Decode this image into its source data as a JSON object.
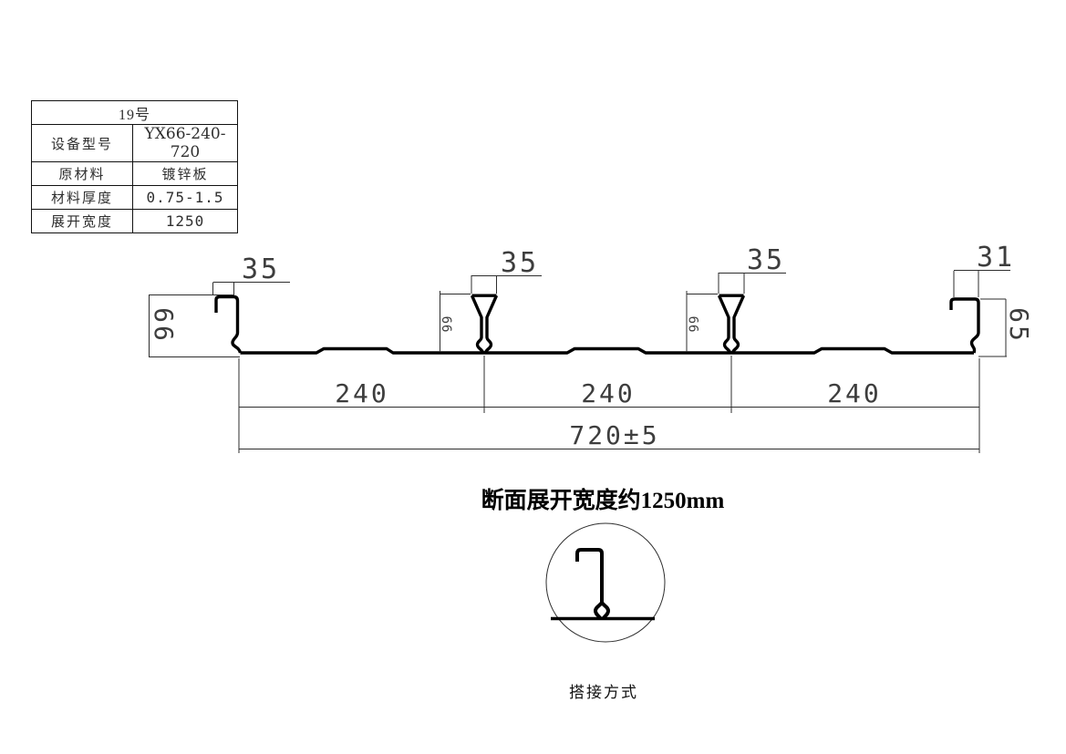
{
  "spec_table": {
    "header": "19号",
    "rows": [
      {
        "label": "设备型号",
        "value": "YX66-240-720"
      },
      {
        "label": "原材料",
        "value": "镀锌板"
      },
      {
        "label": "材料厚度",
        "value": "0.75-1.5"
      },
      {
        "label": "展开宽度",
        "value": "1250"
      }
    ]
  },
  "drawing": {
    "caption": "断面展开宽度约1250mm",
    "detail_label": "搭接方式",
    "dimensions": {
      "left_rib_width": "35",
      "mid_rib1_width": "35",
      "mid_rib2_width": "35",
      "right_lap_width": "31",
      "left_height": "66",
      "mid_rib1_height": "66",
      "mid_rib2_height": "66",
      "right_height": "65",
      "pitch1": "240",
      "pitch2": "240",
      "pitch3": "240",
      "cover_width": "720±5"
    }
  },
  "colors": {
    "profile_line": "#000000",
    "dimension_text": "#3d3d3d",
    "background": "#ffffff"
  }
}
